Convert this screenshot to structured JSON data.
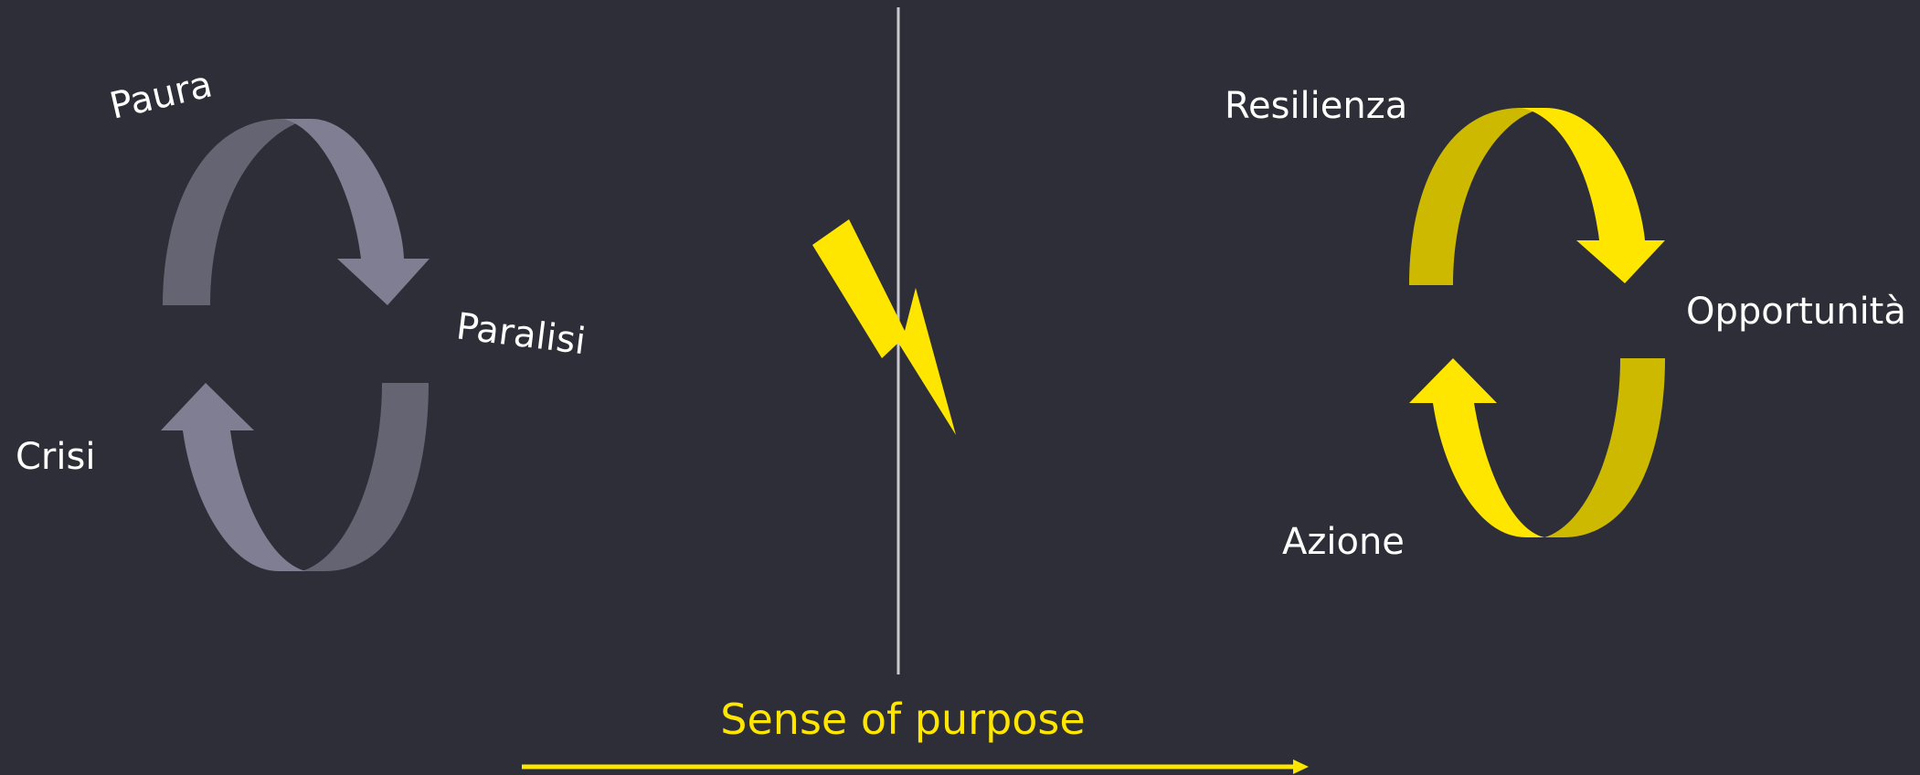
{
  "colors": {
    "background": "#2e2e38",
    "grey_light": "#7f7e92",
    "grey_dark": "#646473",
    "yellow_light": "#ffe600",
    "yellow_dark": "#cdb900",
    "text": "#ffffff",
    "divider": "#c9c9d0"
  },
  "left_cycle": {
    "labels": {
      "paura": "Paura",
      "paralisi": "Paralisi",
      "crisi": "Crisi"
    }
  },
  "right_cycle": {
    "labels": {
      "resilienza": "Resilienza",
      "opportunita": "Opportunità",
      "azione": "Azione"
    }
  },
  "center": {
    "icon": "lightning-bolt-icon"
  },
  "bottom": {
    "purpose_label": "Sense of purpose",
    "purpose_color": "#ffe600"
  }
}
